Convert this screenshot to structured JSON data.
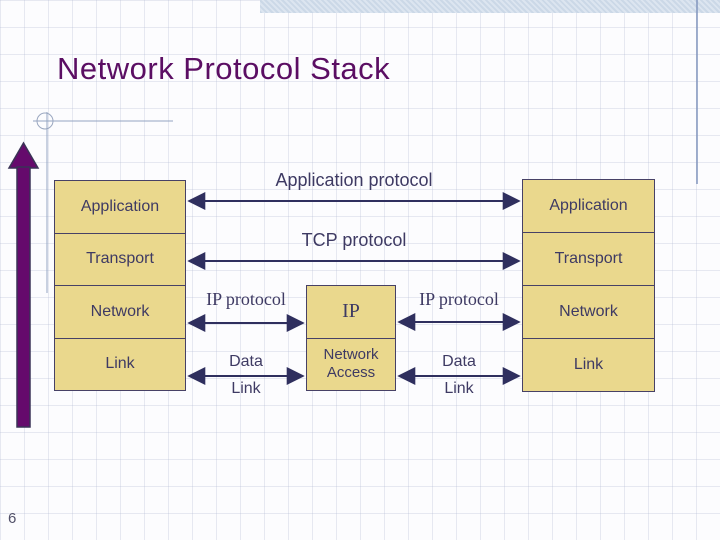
{
  "slide": {
    "title": "Network Protocol Stack",
    "page_number": "6"
  },
  "colors": {
    "title_text": "#5B0E63",
    "box_fill": "#EAD88D",
    "box_border": "#474166",
    "box_text": "#3E3A63",
    "connector": "#2F2F5E",
    "up_arrow_fill": "#650A6C",
    "up_arrow_outline": "#3A3356",
    "accent_band": "#CBD8E7",
    "guide_line": "#93A5C2",
    "page_number_text": "#515068"
  },
  "diagram": {
    "left_stack": [
      "Application",
      "Transport",
      "Network",
      "Link"
    ],
    "right_stack": [
      "Application",
      "Transport",
      "Network",
      "Link"
    ],
    "middle_stack": {
      "top": "IP",
      "bottom": "Network Access"
    },
    "labels": {
      "application_protocol": "Application protocol",
      "tcp_protocol": "TCP protocol",
      "ip_protocol_left": "IP protocol",
      "ip_protocol_right": "IP protocol",
      "data_link_left": "Data Link",
      "data_link_right": "Data Link"
    }
  }
}
